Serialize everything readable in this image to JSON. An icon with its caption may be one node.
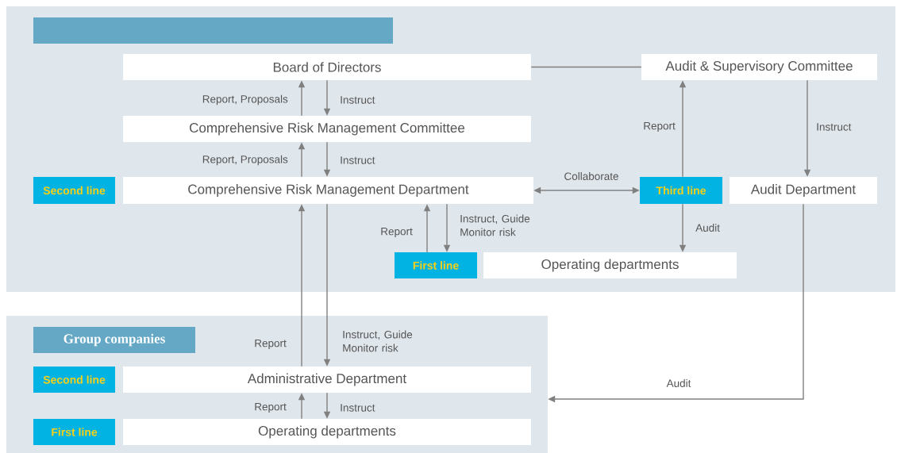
{
  "diagram": {
    "nodes": [
      {
        "text": [],
        "shape": "box"
      },
      {
        "text": [],
        "shape": "box",
        "in": 0
      },
      {
        "text": [
          "Board of Directors"
        ],
        "in": 0
      },
      {
        "text": [
          "Audit & Supervisory Committee"
        ],
        "in": 0
      },
      {
        "text": [
          "Comprehensive Risk Management Committee"
        ],
        "in": 0
      },
      {
        "text": [
          "Second line"
        ],
        "in": 0
      },
      {
        "text": [
          "Comprehensive Risk Management Department"
        ],
        "in": 0
      },
      {
        "text": [
          "Third line"
        ],
        "in": 0
      },
      {
        "text": [
          "Audit Department"
        ],
        "in": 0
      },
      {
        "text": [
          "First line"
        ],
        "in": 0
      },
      {
        "text": [
          "Operating departments"
        ],
        "in": 0
      },
      {
        "text": [],
        "shape": "box"
      },
      {
        "text": [
          "Group companies"
        ],
        "in": 11
      },
      {
        "text": [
          "Second line"
        ],
        "in": 11
      },
      {
        "text": [
          "Administrative Department"
        ],
        "in": 11
      },
      {
        "text": [
          "First line"
        ],
        "in": 11
      },
      {
        "text": [
          "Operating departments"
        ],
        "in": 11
      }
    ],
    "edges": [
      {
        "from": 2,
        "to": 3,
        "arrow": "none"
      },
      {
        "from": 4,
        "to": 2,
        "arrow": "to",
        "label": "Report, Proposals"
      },
      {
        "from": 2,
        "to": 4,
        "arrow": "to",
        "label": "Instruct"
      },
      {
        "from": 6,
        "to": 4,
        "arrow": "to",
        "label": "Report, Proposals"
      },
      {
        "from": 4,
        "to": 6,
        "arrow": "to",
        "label": "Instruct"
      },
      {
        "from": 6,
        "to": 7,
        "arrow": "both",
        "label": "Collaborate"
      },
      {
        "from": 7,
        "to": 3,
        "arrow": "to",
        "label": "Report"
      },
      {
        "from": 3,
        "to": 8,
        "arrow": "to",
        "label": "Instruct"
      },
      {
        "from": 7,
        "to": 10,
        "arrow": "to",
        "label": "Audit"
      },
      {
        "from": 9,
        "to": 6,
        "arrow": "to",
        "label": "Report"
      },
      {
        "from": 6,
        "to": 9,
        "arrow": "to",
        "label": "Instruct, Guide Monitor risk"
      },
      {
        "from": 14,
        "to": 6,
        "arrow": "to",
        "label": "Report"
      },
      {
        "from": 6,
        "to": 14,
        "arrow": "to",
        "label": "Instruct, Guide Monitor risk"
      },
      {
        "from": 16,
        "to": 14,
        "arrow": "to",
        "label": "Report"
      },
      {
        "from": 14,
        "to": 16,
        "arrow": "to",
        "label": "Instruct"
      },
      {
        "from": 8,
        "to": 11,
        "arrow": "to",
        "label": "Audit"
      }
    ]
  }
}
